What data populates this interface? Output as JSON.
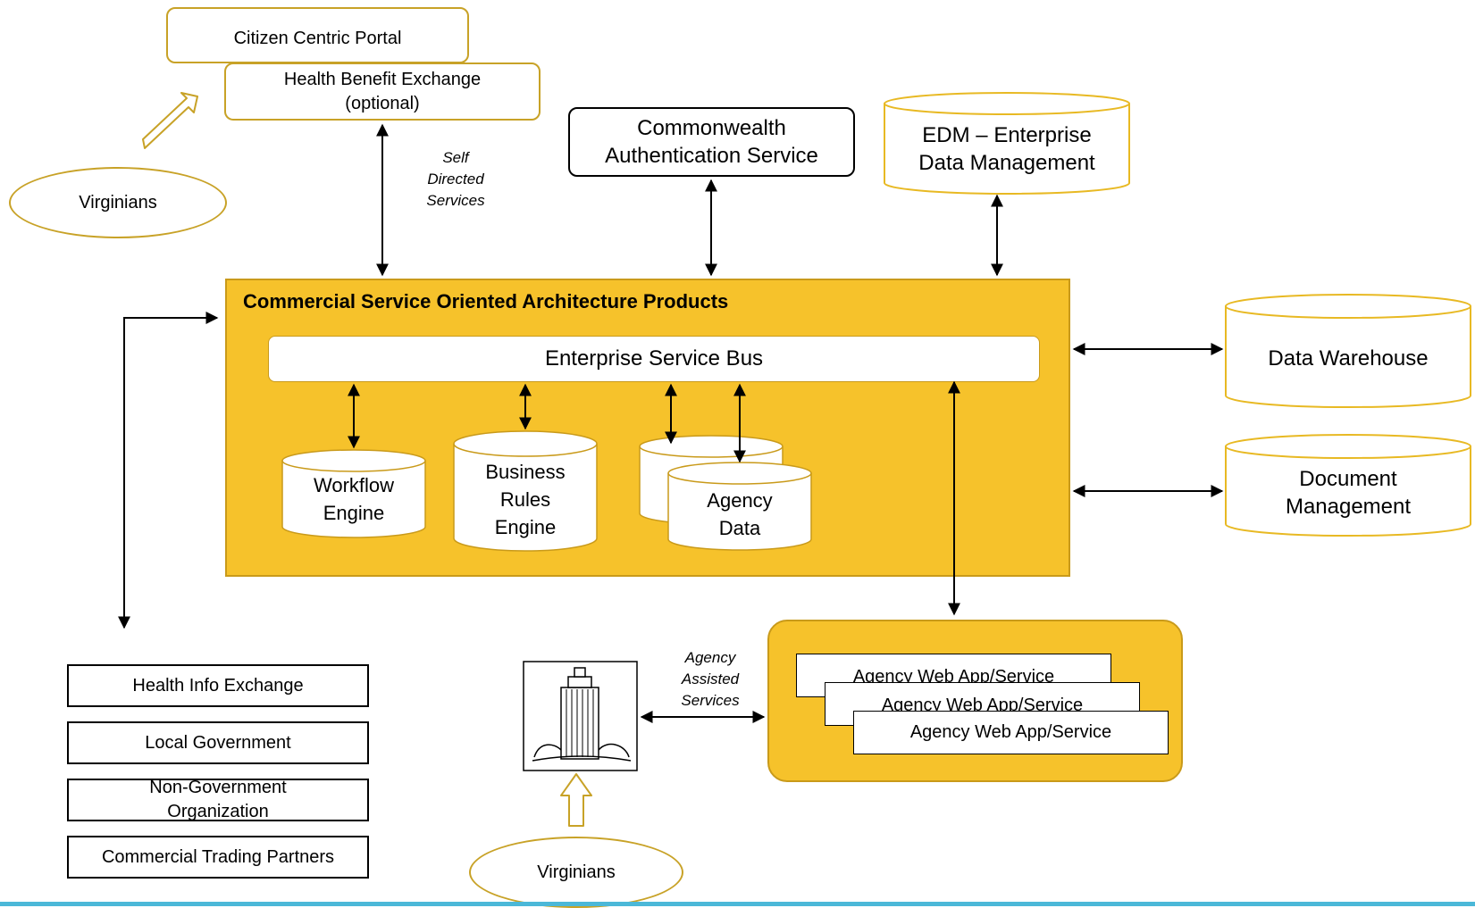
{
  "top": {
    "citizen_portal": "Citizen Centric Portal",
    "hbe_line1": "Health Benefit Exchange",
    "hbe_line2": "(optional)",
    "virginians_top": "Virginians",
    "self_directed": [
      "Self",
      "Directed",
      "Services"
    ],
    "auth_line1": "Commonwealth",
    "auth_line2": "Authentication Service",
    "edm_line1": "EDM – Enterprise",
    "edm_line2": "Data Management"
  },
  "soa": {
    "title": "Commercial Service Oriented Architecture Products",
    "esb": "Enterprise Service Bus",
    "workflow": [
      "Workflow",
      "Engine"
    ],
    "rules": [
      "Business",
      "Rules",
      "Engine"
    ],
    "agency_data": [
      "Agency",
      "Data"
    ]
  },
  "right": {
    "data_warehouse": "Data Warehouse",
    "doc_mgmt": [
      "Document",
      "Management"
    ]
  },
  "partners": [
    "Health Info Exchange",
    "Local Government",
    "Non-Government Organization",
    "Commercial Trading Partners"
  ],
  "agency": {
    "assisted": [
      "Agency",
      "Assisted",
      "Services"
    ],
    "apps": [
      "Agency Web App/Service",
      "Agency Web App/Service",
      "Agency Web App/Service"
    ],
    "virginians_bottom": "Virginians"
  },
  "colors": {
    "gold": "#f6c22b",
    "gold_border": "#c8a227",
    "bottom_line": "#4bb8d8"
  },
  "icons": {
    "office_building": "office-building-icon",
    "hollow_arrow": "hollow-arrow-icon"
  }
}
